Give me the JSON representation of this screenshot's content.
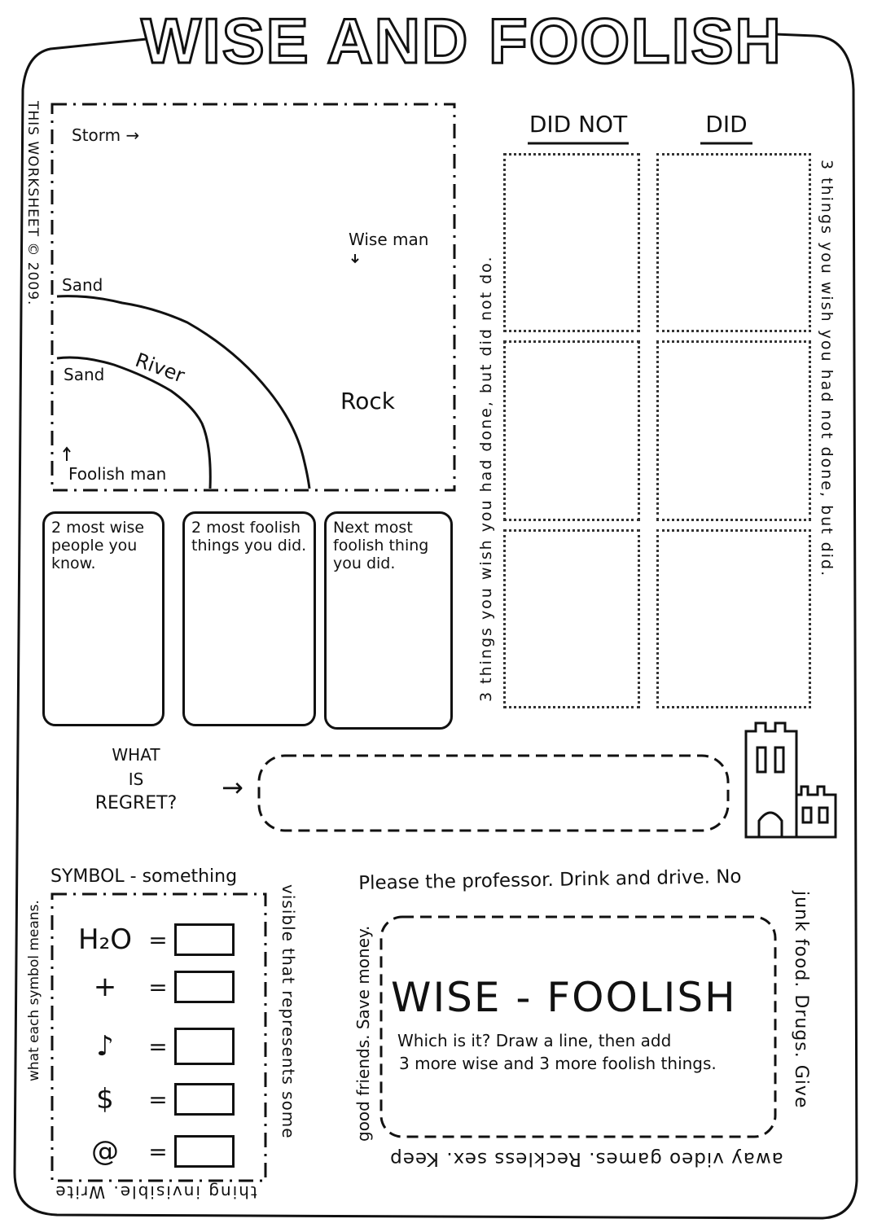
{
  "title": "WISE AND FOOLISH",
  "copyright": "THIS WORKSHEET © 2009.",
  "map": {
    "storm": "Storm →",
    "wise_man": "Wise man",
    "sand_top": "Sand",
    "sand_bottom": "Sand",
    "river": "River",
    "rock": "Rock",
    "foolish_man": "Foolish man"
  },
  "grid": {
    "col_did_not": "DID NOT",
    "col_did": "DID",
    "left_caption": "3 things you wish you had done, but did not do.",
    "right_caption": "3 things you wish you had not done, but did."
  },
  "cards": [
    {
      "label": "2 most wise people you know."
    },
    {
      "label": "2 most foolish things you did."
    },
    {
      "label": "Next most foolish thing you did."
    }
  ],
  "regret": {
    "line1": "WHAT",
    "line2": "IS",
    "line3": "REGRET?",
    "arrow": "→"
  },
  "symbol": {
    "top": "SYMBOL - something",
    "right": "visible that represents some",
    "bottom": "thing invisible. Write",
    "left": "what each symbol means.",
    "rows": [
      {
        "symbol": "H₂O",
        "eq": "="
      },
      {
        "symbol": "+",
        "eq": "="
      },
      {
        "symbol": "♪",
        "eq": "="
      },
      {
        "symbol": "$",
        "eq": "="
      },
      {
        "symbol": "@",
        "eq": "="
      }
    ]
  },
  "wise_foolish": {
    "heading": "WISE - FOOLISH",
    "instr1": "Which is it? Draw a line, then add",
    "instr2": "3 more wise and 3 more foolish things.",
    "top": "Please the professor. Drink and drive. No",
    "right": "junk food. Drugs. Give",
    "bottom": "away video games. Reckless sex. Keep",
    "left": "good friends. Save money."
  }
}
